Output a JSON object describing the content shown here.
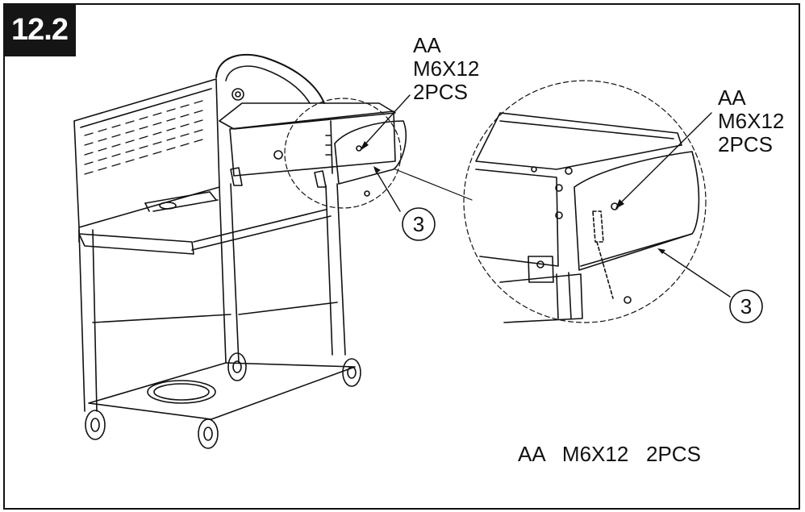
{
  "step": {
    "label": "12.2"
  },
  "callouts": {
    "left": {
      "code": "AA",
      "size": "M6X12",
      "qty": "2PCS"
    },
    "right": {
      "code": "AA",
      "size": "M6X12",
      "qty": "2PCS"
    }
  },
  "part_number": "3",
  "parts_list": {
    "code": "AA",
    "size": "M6X12",
    "qty": "2PCS"
  },
  "colors": {
    "ink": "#111111",
    "badge": "#151515",
    "paper": "#ffffff"
  }
}
